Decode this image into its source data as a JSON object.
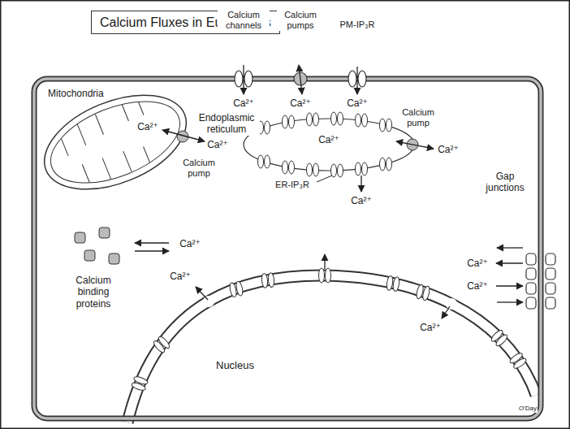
{
  "diagram": {
    "title": "Calcium Fluxes in Eukaryotes",
    "nodes": [
      {
        "text": [
          "Mitochondria"
        ]
      },
      {
        "text": [
          "Endoplasmic reticulum"
        ]
      },
      {
        "text": [
          "Nucleus"
        ]
      }
    ],
    "labels": [
      "Calcium channels",
      "Calcium pumps",
      "PM-IP₃R",
      "Ca²⁺",
      "Ca²⁺",
      "Ca²⁺",
      "Ca²⁺",
      "Ca²⁺",
      "Calcium pump",
      "Ca²⁺",
      "Calcium pump",
      "Ca²⁺",
      "ER-IP₃R",
      "Ca²⁺",
      "Gap junctions",
      "Ca²⁺",
      "Ca²⁺",
      "Calcium binding proteins",
      "Ca²⁺",
      "Ca²⁺",
      "Ca²⁺",
      "O'Day"
    ]
  }
}
